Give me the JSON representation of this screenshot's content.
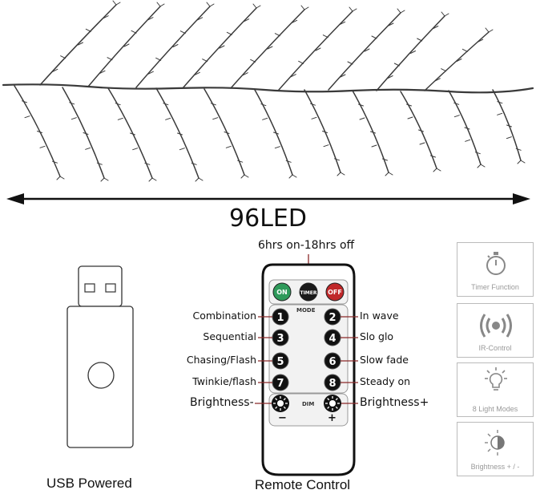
{
  "product": {
    "led_count_label": "96LED"
  },
  "usb": {
    "caption": "USB Powered"
  },
  "remote": {
    "caption": "Remote Control",
    "timer_note": "6hrs on-18hrs off",
    "top_buttons": [
      {
        "label": "ON",
        "color": "#2e9a5a"
      },
      {
        "label": "TIMER",
        "color": "#1a1a1a"
      },
      {
        "label": "OFF",
        "color": "#c0282a"
      }
    ],
    "mode_label": "MODE",
    "dim_label": "DIM",
    "minus_label": "−",
    "plus_label": "+",
    "mode_buttons": [
      {
        "number": "1",
        "function": "Combination",
        "side": "left"
      },
      {
        "number": "2",
        "function": "In wave",
        "side": "right"
      },
      {
        "number": "3",
        "function": "Sequential",
        "side": "left"
      },
      {
        "number": "4",
        "function": "Slo glo",
        "side": "right"
      },
      {
        "number": "5",
        "function": "Chasing/Flash",
        "side": "left"
      },
      {
        "number": "6",
        "function": "Slow fade",
        "side": "right"
      },
      {
        "number": "7",
        "function": "Twinkie/flash",
        "side": "left"
      },
      {
        "number": "8",
        "function": "Steady on",
        "side": "right"
      }
    ],
    "brightness_down": "Brightness-",
    "brightness_up": "Brightness+"
  },
  "features": [
    {
      "label": "Timer Function",
      "icon": "stopwatch-icon"
    },
    {
      "label": "IR-Control",
      "icon": "ir-signal-icon"
    },
    {
      "label": "8 Light Modes",
      "icon": "light-bulb-icon"
    },
    {
      "label": "Brightness  + / -",
      "icon": "brightness-icon"
    }
  ]
}
